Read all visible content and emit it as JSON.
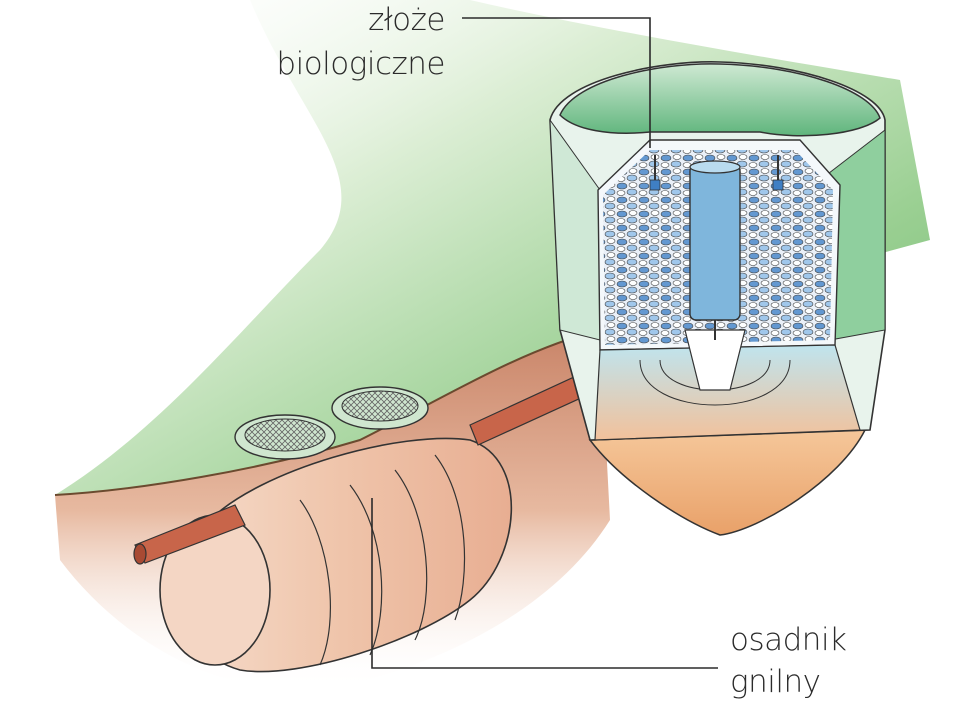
{
  "labels": {
    "biofilter": {
      "line1": "złoże",
      "line2": "biologiczne"
    },
    "septic_tank": {
      "line1": "osadnik",
      "line2": "gnilny"
    }
  },
  "colors": {
    "grass": "#7cc17a",
    "grass_light": "#c9e6bf",
    "soil": "#d79a7e",
    "soil_light": "#f1d2bf",
    "pipe": "#c8654a",
    "tank_shell": "#f3c9b2",
    "water": "#8fd3e8",
    "media_blue": "#3f7fc4",
    "cone": "#f0b57a",
    "outline": "#333333"
  }
}
